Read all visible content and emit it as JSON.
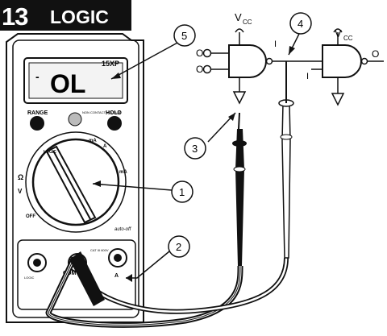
{
  "header": {
    "number": "13",
    "title": "LOGIC"
  },
  "meter": {
    "model": "15XP",
    "display": "OL",
    "display_minus": "-",
    "buttons": {
      "range": "RANGE",
      "hold": "HOLD",
      "ncv": "NON CONTACT VOLTAGE"
    },
    "dial": {
      "logic": "LOGIC",
      "off": "OFF",
      "omega": "Ω",
      "volts": "V",
      "milliamps": "mA",
      "amps": "A",
      "milliamps_right": "mA"
    },
    "auto_off": "auto-off",
    "jacks": {
      "com": "COM",
      "cat": "CAT III 600V",
      "a": "A",
      "logic": "LOGIC"
    }
  },
  "circuit": {
    "vcc1": "V",
    "vcc1_sub": "CC",
    "vcc2": "V",
    "vcc2_sub": "CC",
    "in1": "O",
    "in2": "O",
    "out1": "I",
    "in3": "I",
    "out2": "O"
  },
  "callouts": [
    "1",
    "2",
    "3",
    "4",
    "5"
  ]
}
